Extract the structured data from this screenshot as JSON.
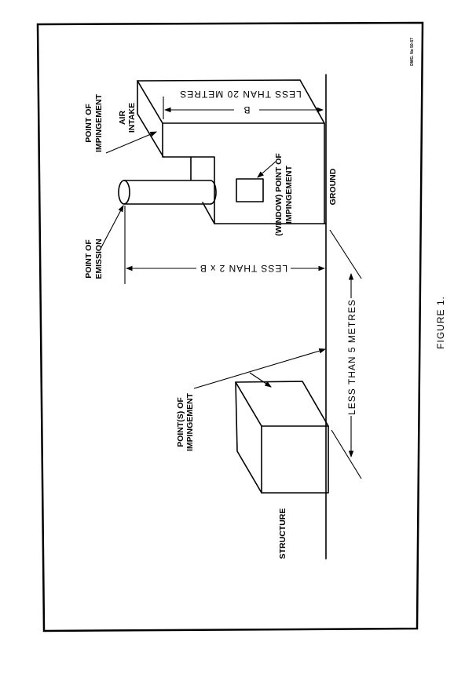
{
  "drawing_number": "DWG. No 50-57",
  "labels": {
    "roof_impingement": [
      "POINT OF",
      "IMPINGEMENT"
    ],
    "air_intake": [
      "AIR",
      "INTAKE"
    ],
    "emission": [
      "POINT OF",
      "EMISSION"
    ],
    "window_impingement": [
      "(WINDOW) POINT OF",
      "IMPINGEMENT"
    ],
    "ground": "GROUND",
    "structure_impingement": [
      "POINT(S) OF",
      "IMPINGEMENT"
    ],
    "structure": "STRUCTURE"
  },
  "dimensions": {
    "building_height_limit": "LESS THAN 20 METRES",
    "building_height_symbol": "B",
    "stack_distance": "LESS THAN 2 x B",
    "structure_distance": "LESS THAN 5 METRES"
  },
  "caption": "FIGURE 1."
}
